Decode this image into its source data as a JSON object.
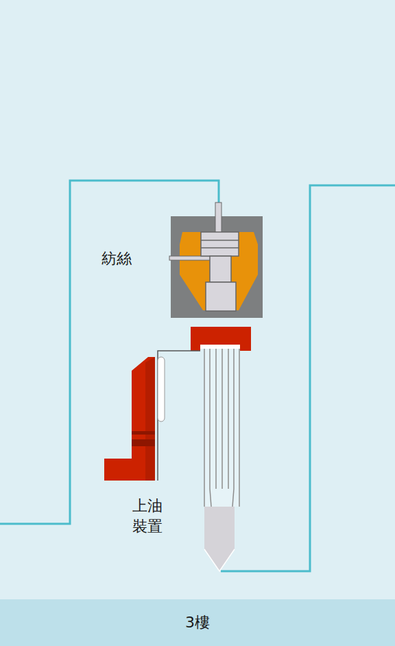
{
  "diagram": {
    "nodes": [
      {
        "text": [
          "3樓"
        ]
      }
    ],
    "labels": [
      "紡絲",
      "上油 裝置"
    ]
  }
}
